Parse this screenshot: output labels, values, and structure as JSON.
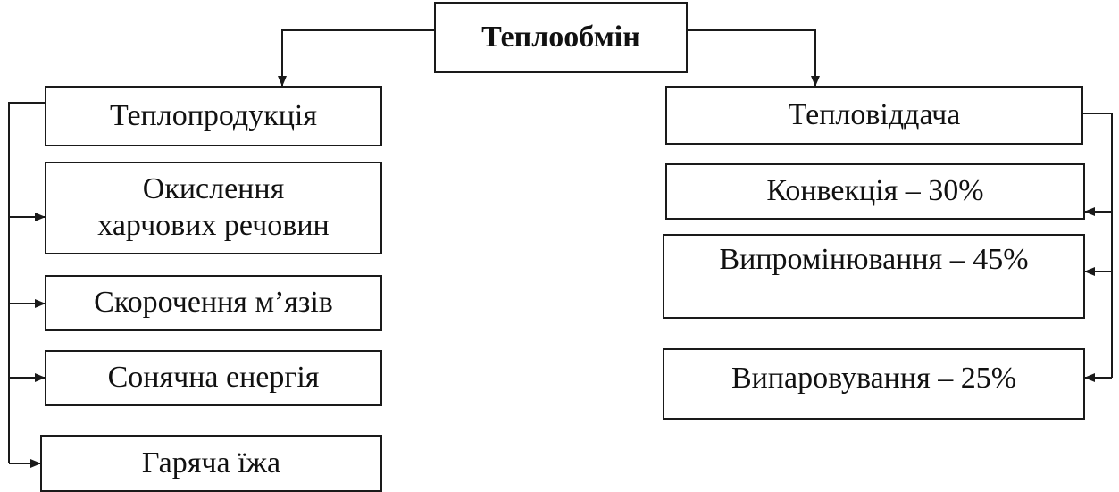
{
  "root": {
    "label": "Теплообмін"
  },
  "left": {
    "header": "Теплопродукція",
    "items": [
      "Окислення\nхарчових речовин",
      "Скорочення м’язів",
      "Сонячна енергія",
      "Гаряча їжа"
    ]
  },
  "right": {
    "header": "Тепловіддача",
    "items": [
      "Конвекція – 30%",
      "Випромінювання – 45%",
      "Випаровування – 25%"
    ]
  },
  "colors": {
    "line": "#1a1a1a",
    "box_border": "#1a1a1a",
    "background": "#ffffff"
  }
}
